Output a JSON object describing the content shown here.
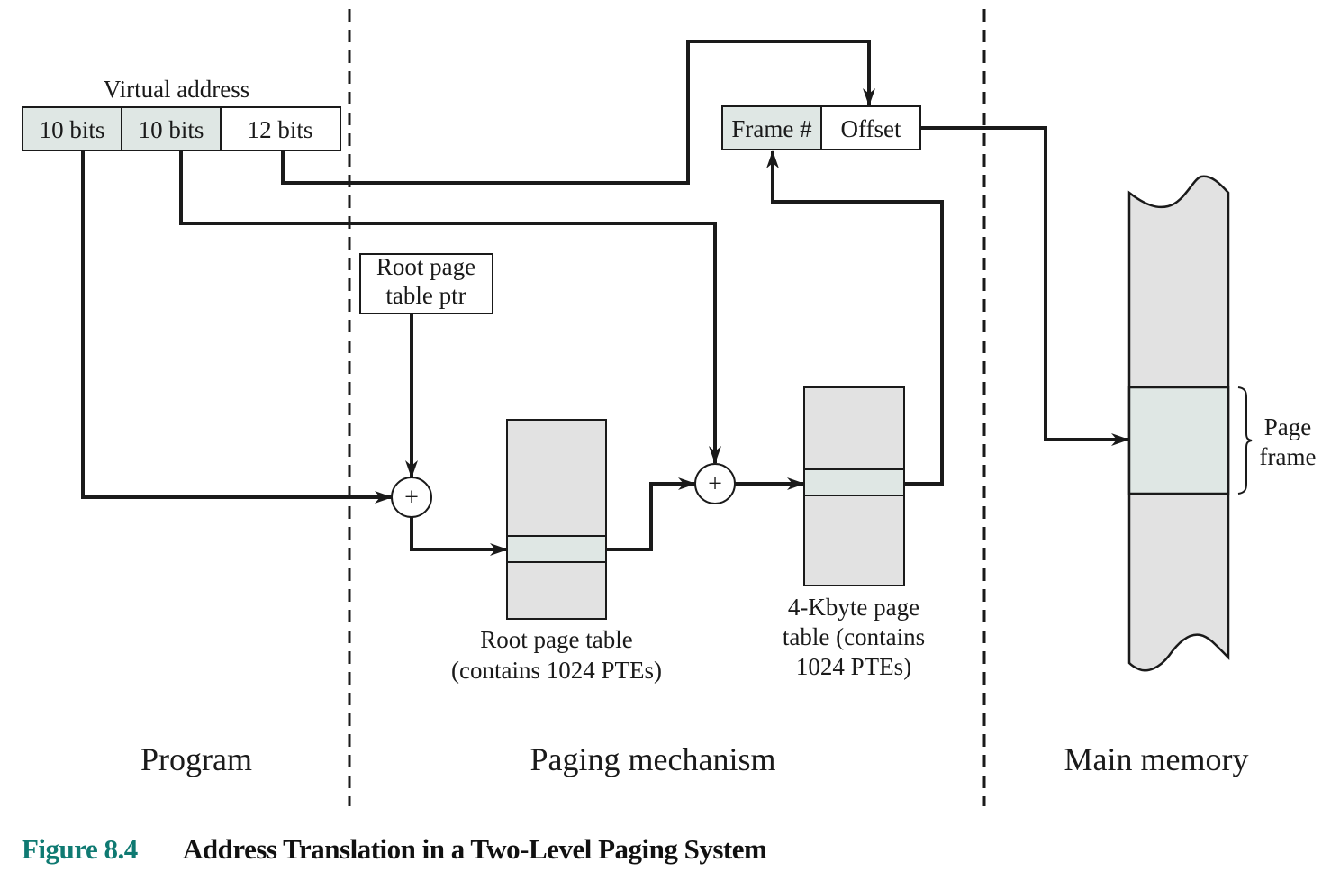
{
  "colors": {
    "highlight": "#dfe7e4",
    "table_gray": "#e2e2e2",
    "white": "#ffffff",
    "stroke": "#1a1a1a",
    "caption_accent": "#0f7a72"
  },
  "virtual_address": {
    "title": "Virtual address",
    "fields": [
      "10 bits",
      "10 bits",
      "12 bits"
    ]
  },
  "physical_address": {
    "fields": [
      "Frame #",
      "Offset"
    ]
  },
  "root_ptr": {
    "line1": "Root page",
    "line2": "table ptr"
  },
  "adder_symbol": "+",
  "root_table": {
    "line1": "Root page table",
    "line2": "(contains 1024 PTEs)"
  },
  "page_table": {
    "line1": "4-Kbyte page",
    "line2": "table (contains",
    "line3": "1024 PTEs)"
  },
  "page_frame": {
    "line1": "Page",
    "line2": "frame"
  },
  "zones": [
    "Program",
    "Paging mechanism",
    "Main memory"
  ],
  "caption": {
    "number": "Figure 8.4",
    "title": "Address Translation in a Two-Level Paging System"
  }
}
